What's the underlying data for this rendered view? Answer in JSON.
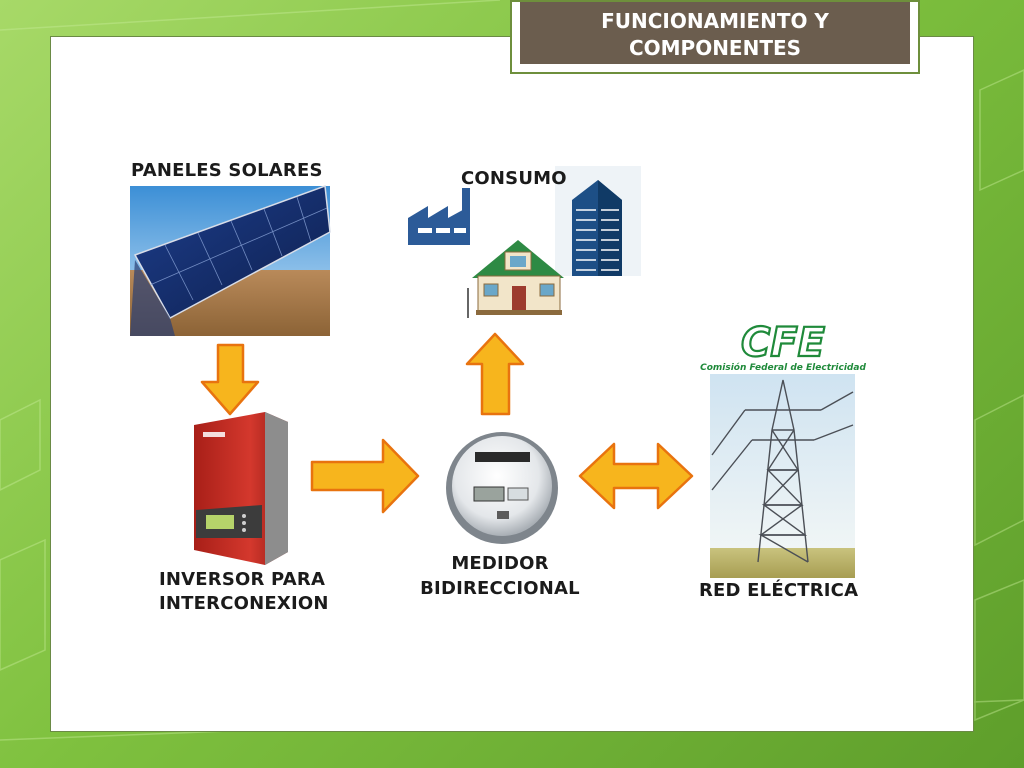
{
  "slide": {
    "title_line1": "FUNCIONAMIENTO Y",
    "title_line2": "COMPONENTES"
  },
  "nodes": {
    "panels": {
      "label": "PANELES SOLARES"
    },
    "consumption": {
      "label": "CONSUMO"
    },
    "inverter": {
      "label_line1": "INVERSOR PARA",
      "label_line2": "INTERCONEXION"
    },
    "meter": {
      "label_line1": "MEDIDOR",
      "label_line2": "BIDIRECCIONAL"
    },
    "grid": {
      "label": "RED ELÉCTRICA"
    }
  },
  "logo": {
    "text": "CFE",
    "subtitle": "Comisión Federal de Electricidad"
  },
  "flows": [
    {
      "from": "panels",
      "to": "inverter",
      "direction": "down"
    },
    {
      "from": "inverter",
      "to": "meter",
      "direction": "right"
    },
    {
      "from": "meter",
      "to": "consumption",
      "direction": "up"
    },
    {
      "from": "meter",
      "to": "grid",
      "direction": "both"
    }
  ],
  "colors": {
    "arrow_fill": "#f7b51d",
    "arrow_stroke": "#e8730f",
    "title_bg": "#6b5d4e",
    "inverter_red": "#c62e25",
    "cfe_green": "#1f8a3a"
  }
}
